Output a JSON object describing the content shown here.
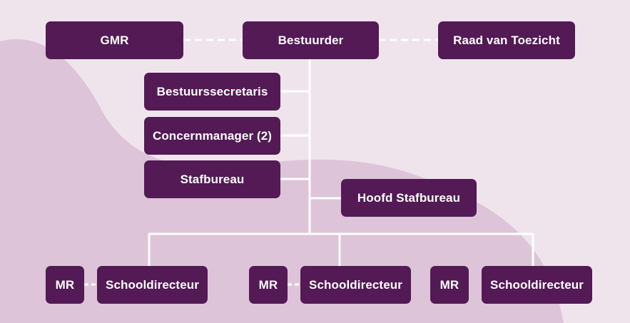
{
  "colors": {
    "background": "#efe4ec",
    "blob": "#ddc4d8",
    "box": "#531a55",
    "text": "#ffffff",
    "lines": "#ffffff"
  },
  "top": {
    "gmr": "GMR",
    "bestuurder": "Bestuurder",
    "raad": "Raad van Toezicht"
  },
  "staff": {
    "secretaris": "Bestuurssecretaris",
    "concernmanager": "Concernmanager (2)",
    "stafbureau": "Stafbureau",
    "hoofd": "Hoofd Stafbureau"
  },
  "schools": [
    {
      "mr": "MR",
      "director": "Schooldirecteur"
    },
    {
      "mr": "MR",
      "director": "Schooldirecteur"
    },
    {
      "mr": "MR",
      "director": "Schooldirecteur"
    }
  ]
}
